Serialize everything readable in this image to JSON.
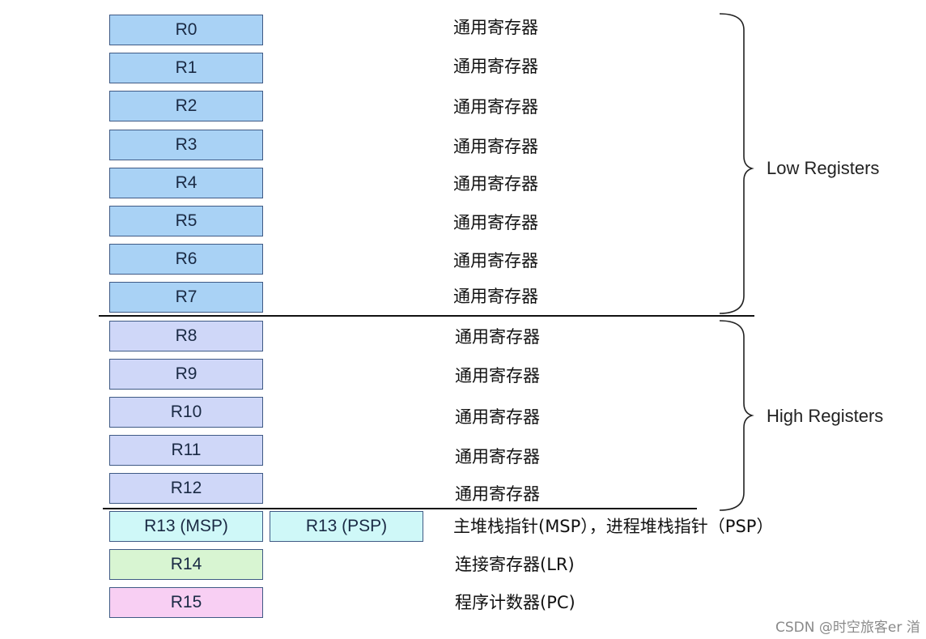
{
  "colors": {
    "low": "#a9d2f5",
    "high": "#cfd7f8",
    "sp": "#cff8f8",
    "lr": "#d8f5d2",
    "pc": "#f8cff3"
  },
  "registers": {
    "r0": "R0",
    "r1": "R1",
    "r2": "R2",
    "r3": "R3",
    "r4": "R4",
    "r5": "R5",
    "r6": "R6",
    "r7": "R7",
    "r8": "R8",
    "r9": "R9",
    "r10": "R10",
    "r11": "R11",
    "r12": "R12",
    "r13_msp": "R13 (MSP)",
    "r13_psp": "R13 (PSP)",
    "r14": "R14",
    "r15": "R15"
  },
  "descriptions": {
    "general": "通用寄存器",
    "sp": "主堆栈指针(MSP），进程堆栈指针（PSP）",
    "lr": "连接寄存器(LR)",
    "pc": "程序计数器(PC)"
  },
  "groups": {
    "low": "Low Registers",
    "high": "High Registers"
  },
  "watermark": "CSDN @时空旅客er 渞"
}
